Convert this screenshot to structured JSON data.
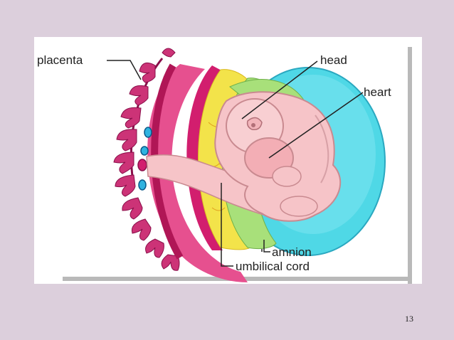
{
  "diagram": {
    "labels": {
      "placenta": "placenta",
      "head": "head",
      "heart": "heart",
      "amnion": "amnion",
      "umbilical_cord": "umbilical cord"
    },
    "colors": {
      "amniotic_fluid": "#4fd8e6",
      "placenta": "#d21e6e",
      "uterine_villi": "#cc3377",
      "yolk_layer": "#f3e34a",
      "chorion_green": "#a8e07a",
      "embryo_skin": "#f6c4c8",
      "embryo_outline": "#c98a90",
      "vessel_blue": "#2fb3e0"
    }
  },
  "slide": {
    "page_number": "13"
  }
}
